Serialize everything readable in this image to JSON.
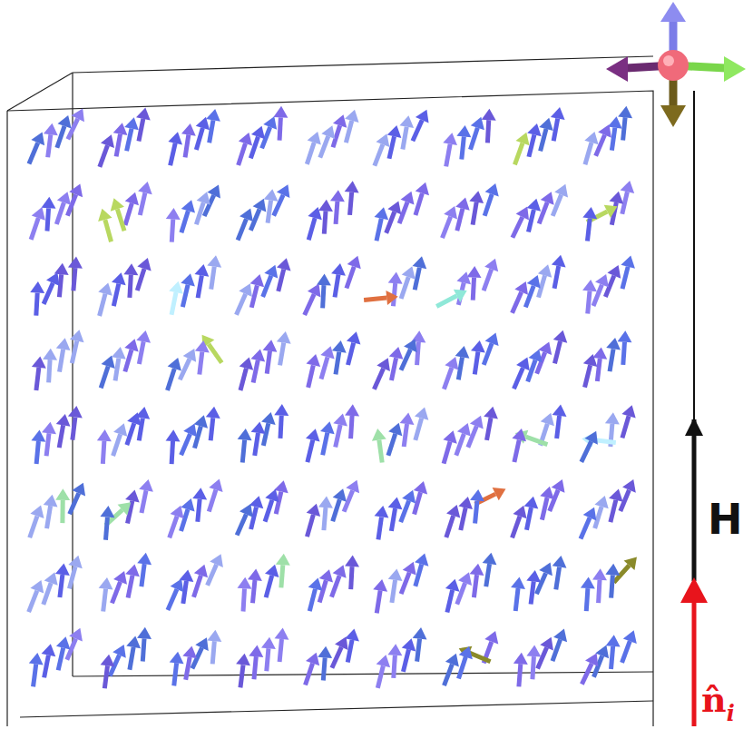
{
  "diagram": {
    "labels": [
      "H",
      "n̂",
      "i"
    ]
  }
}
